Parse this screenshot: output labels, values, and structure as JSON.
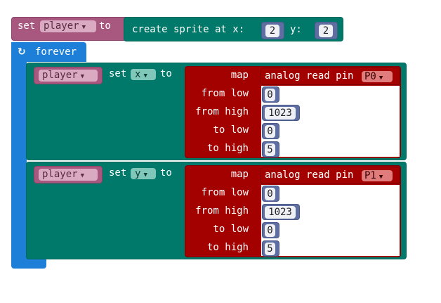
{
  "top_block": {
    "set_label": "set",
    "var_name": "player",
    "to_label": "to",
    "create_label": "create sprite at x:",
    "y_label": "y:",
    "x_value": "2",
    "y_value": "2"
  },
  "forever": {
    "label": "forever",
    "icon": "repeat-icon"
  },
  "map_blocks": [
    {
      "var_name": "player",
      "set_label": "set",
      "prop": "x",
      "to_label": "to",
      "map_label": "map",
      "read_label": "analog read pin",
      "pin": "P0",
      "from_low_label": "from low",
      "from_low": "0",
      "from_high_label": "from high",
      "from_high": "1023",
      "to_low_label": "to low",
      "to_low": "0",
      "to_high_label": "to high",
      "to_high": "5"
    },
    {
      "var_name": "player",
      "set_label": "set",
      "prop": "y",
      "to_label": "to",
      "map_label": "map",
      "read_label": "analog read pin",
      "pin": "P1",
      "from_low_label": "from low",
      "from_low": "0",
      "from_high_label": "from high",
      "from_high": "1023",
      "to_low_label": "to low",
      "to_low": "0",
      "to_high_label": "to high",
      "to_high": "5"
    }
  ],
  "colors": {
    "variables": "#a8577f",
    "sprites": "#00796b",
    "loops": "#1e7fd8",
    "math": "#a30000",
    "pins": "#a30000",
    "numbers": "#5f6ea0"
  }
}
